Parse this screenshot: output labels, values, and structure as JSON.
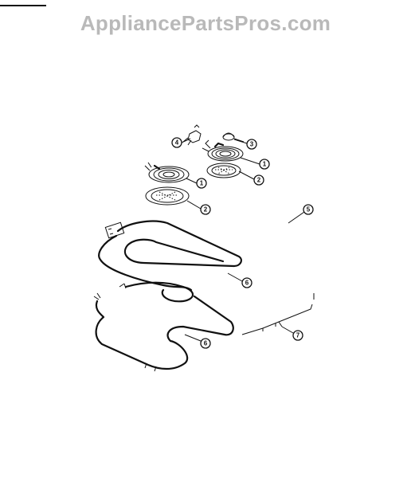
{
  "header": {
    "watermark": "AppliancePartsPros.com"
  },
  "callouts": {
    "c1a": "1",
    "c1b": "1",
    "c2a": "2",
    "c2b": "2",
    "c3": "3",
    "c4": "4",
    "c5": "5",
    "c6a": "6",
    "c6b": "6",
    "c7": "7"
  }
}
